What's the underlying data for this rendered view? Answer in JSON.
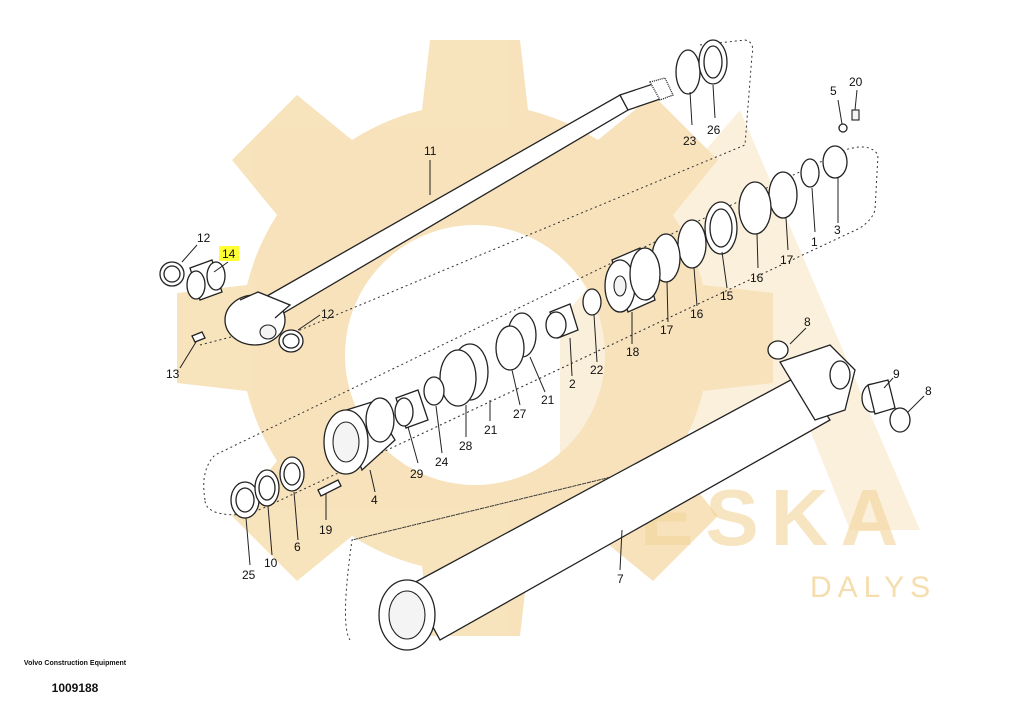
{
  "manufacturer": "Volvo Construction Equipment",
  "drawing_number": "1009188",
  "watermark": {
    "brand": "ESKA",
    "sub": "DALYS",
    "color": "#f6deb0"
  },
  "highlight_color": "#ffff33",
  "callouts": {
    "c1": "1",
    "c2": "2",
    "c3": "3",
    "c4": "4",
    "c5": "5",
    "c6": "6",
    "c7": "7",
    "c8a": "8",
    "c8b": "8",
    "c9": "9",
    "c10": "10",
    "c11": "11",
    "c12a": "12",
    "c12b": "12",
    "c13": "13",
    "c14": "14",
    "c15": "15",
    "c16a": "16",
    "c16b": "16",
    "c17a": "17",
    "c17b": "17",
    "c18": "18",
    "c19": "19",
    "c20": "20",
    "c21a": "21",
    "c21b": "21",
    "c22": "22",
    "c23": "23",
    "c24": "24",
    "c25": "25",
    "c26": "26",
    "c27": "27",
    "c28": "28",
    "c29": "29"
  }
}
